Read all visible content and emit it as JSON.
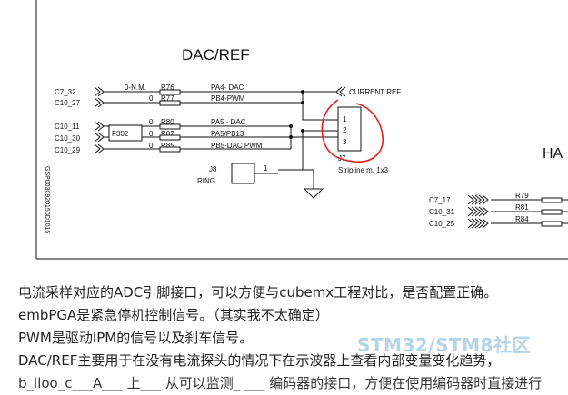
{
  "schematic": {
    "section_title": "DAC/REF",
    "partial_title": "HA",
    "side_code": "GSP0030920150D1015",
    "nets_left": [
      "C7_32",
      "C10_27",
      "C10_11",
      "C10_30",
      "C10_29"
    ],
    "resistor_values": [
      "0-N.M.",
      "0",
      "0",
      "0",
      "0"
    ],
    "resistor_refs": [
      "R76",
      "R77",
      "R80",
      "R82",
      "R85"
    ],
    "ferrite": "F302",
    "signals": [
      "PA4- DAC",
      "PB4-PWM",
      "PA5 - DAC",
      "PA5/PB13",
      "PB5-DAC PWM"
    ],
    "current_ref": "CURRENT REF",
    "connector": {
      "ref": "J7",
      "pins": [
        "1",
        "2",
        "3"
      ],
      "desc": "Stripline m. 1x3"
    },
    "ring": {
      "ref": "J8",
      "label": "RING",
      "pin": "1"
    },
    "nets_right": [
      "C7_17",
      "C10_31",
      "C10_25"
    ],
    "refs_right": [
      "R79",
      "R81",
      "R84"
    ]
  },
  "text_lines": [
    "电流采样对应的ADC引脚接口，可以方便与cubemx工程对比，是否配置正确。",
    "embPGA是紧急停机控制信号。（其实我不太确定）",
    "PWM是驱动IPM的信号以及刹车信号。",
    "DAC/REF主要用于在没有电流探头的情况下在示波器上查看内部变量变化趋势，",
    "b_lloo_c___A___ 上___ 从可以监测_  ___ 编码器的接口，方便在使用编码器时直接进行"
  ],
  "watermark": "STM32/STM8社区",
  "colors": {
    "annotation": "#e0201b",
    "watermark": "#a9cde3",
    "ink": "#111111"
  }
}
